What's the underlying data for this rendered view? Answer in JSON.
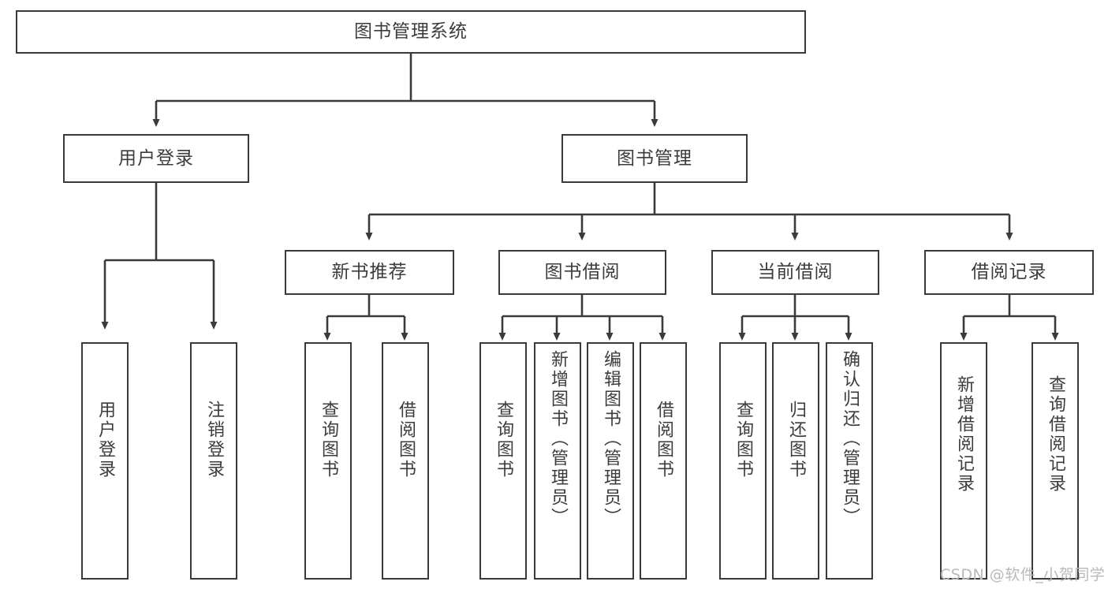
{
  "diagram": {
    "title": "图书管理系统",
    "type": "hierarchy-tree",
    "stroke_color": "#3a3a3a",
    "text_color": "#3c3c3c",
    "background_color": "#ffffff",
    "root": {
      "id": "root",
      "label": "图书管理系统"
    },
    "level1": [
      {
        "id": "user-login",
        "label": "用户登录"
      },
      {
        "id": "book-manage",
        "label": "图书管理"
      }
    ],
    "level2": [
      {
        "id": "new-book-recommend",
        "label": "新书推荐",
        "parent": "book-manage"
      },
      {
        "id": "book-borrow",
        "label": "图书借阅",
        "parent": "book-manage"
      },
      {
        "id": "current-borrow",
        "label": "当前借阅",
        "parent": "book-manage"
      },
      {
        "id": "borrow-record",
        "label": "借阅记录",
        "parent": "book-manage"
      }
    ],
    "leaves": [
      {
        "id": "leaf-user-login",
        "label": "用户登录",
        "parent": "user-login"
      },
      {
        "id": "leaf-user-logout",
        "label": "注销登录",
        "parent": "user-login"
      },
      {
        "id": "leaf-query-book-1",
        "label": "查询图书",
        "parent": "new-book-recommend"
      },
      {
        "id": "leaf-borrow-book-1",
        "label": "借阅图书",
        "parent": "new-book-recommend"
      },
      {
        "id": "leaf-query-book-2",
        "label": "查询图书",
        "parent": "book-borrow"
      },
      {
        "id": "leaf-add-book",
        "label": "新增图书（管理员）",
        "parent": "book-borrow"
      },
      {
        "id": "leaf-edit-book",
        "label": "编辑图书（管理员）",
        "parent": "book-borrow"
      },
      {
        "id": "leaf-borrow-book-2",
        "label": "借阅图书",
        "parent": "book-borrow"
      },
      {
        "id": "leaf-query-book-3",
        "label": "查询图书",
        "parent": "current-borrow"
      },
      {
        "id": "leaf-return-book",
        "label": "归还图书",
        "parent": "current-borrow"
      },
      {
        "id": "leaf-confirm-return",
        "label": "确认归还（管理员）",
        "parent": "current-borrow"
      },
      {
        "id": "leaf-add-record",
        "label": "新增借阅记录",
        "parent": "borrow-record"
      },
      {
        "id": "leaf-query-record",
        "label": "查询借阅记录",
        "parent": "borrow-record"
      }
    ]
  },
  "watermark": {
    "text": "CSDN @软件_小贺同学"
  }
}
